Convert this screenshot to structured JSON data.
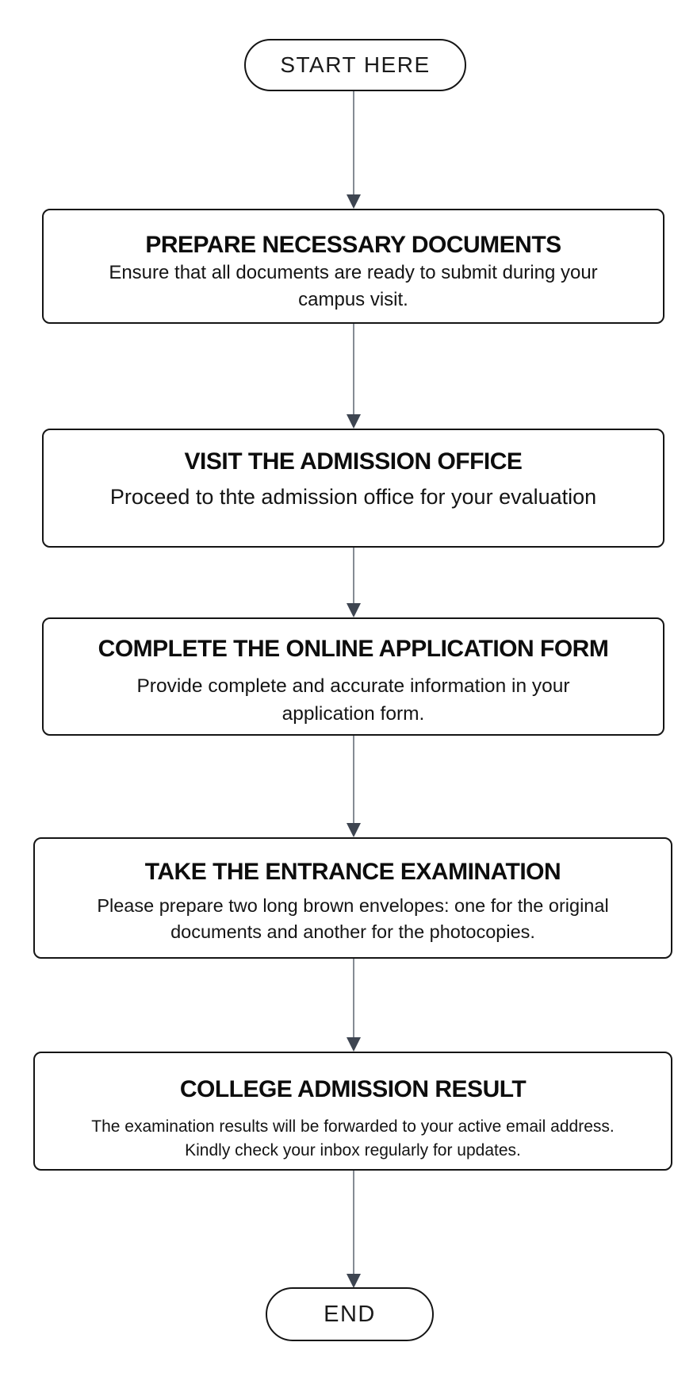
{
  "flowchart": {
    "start": {
      "label": "START HERE"
    },
    "end": {
      "label": "END"
    },
    "steps": [
      {
        "title": "PREPARE NECESSARY DOCUMENTS",
        "description": "Ensure that all documents are ready to submit during your campus visit."
      },
      {
        "title": "VISIT THE ADMISSION OFFICE",
        "description": "Proceed to thte admission office for  your evaluation"
      },
      {
        "title": "COMPLETE THE ONLINE APPLICATION FORM",
        "description": "Provide complete and accurate information in your application form."
      },
      {
        "title": "TAKE  THE ENTRANCE EXAMINATION",
        "description": "Please prepare two long brown envelopes: one for the original documents and another for the photocopies."
      },
      {
        "title": "COLLEGE ADMISSION RESULT",
        "description": "The examination results will be forwarded to your active email address. Kindly check your inbox regularly for updates."
      }
    ],
    "colors": {
      "background": "#ffffff",
      "border": "#151515",
      "text": "#111111",
      "arrow_line": "#858b94",
      "arrow_head": "#3e4551"
    }
  }
}
